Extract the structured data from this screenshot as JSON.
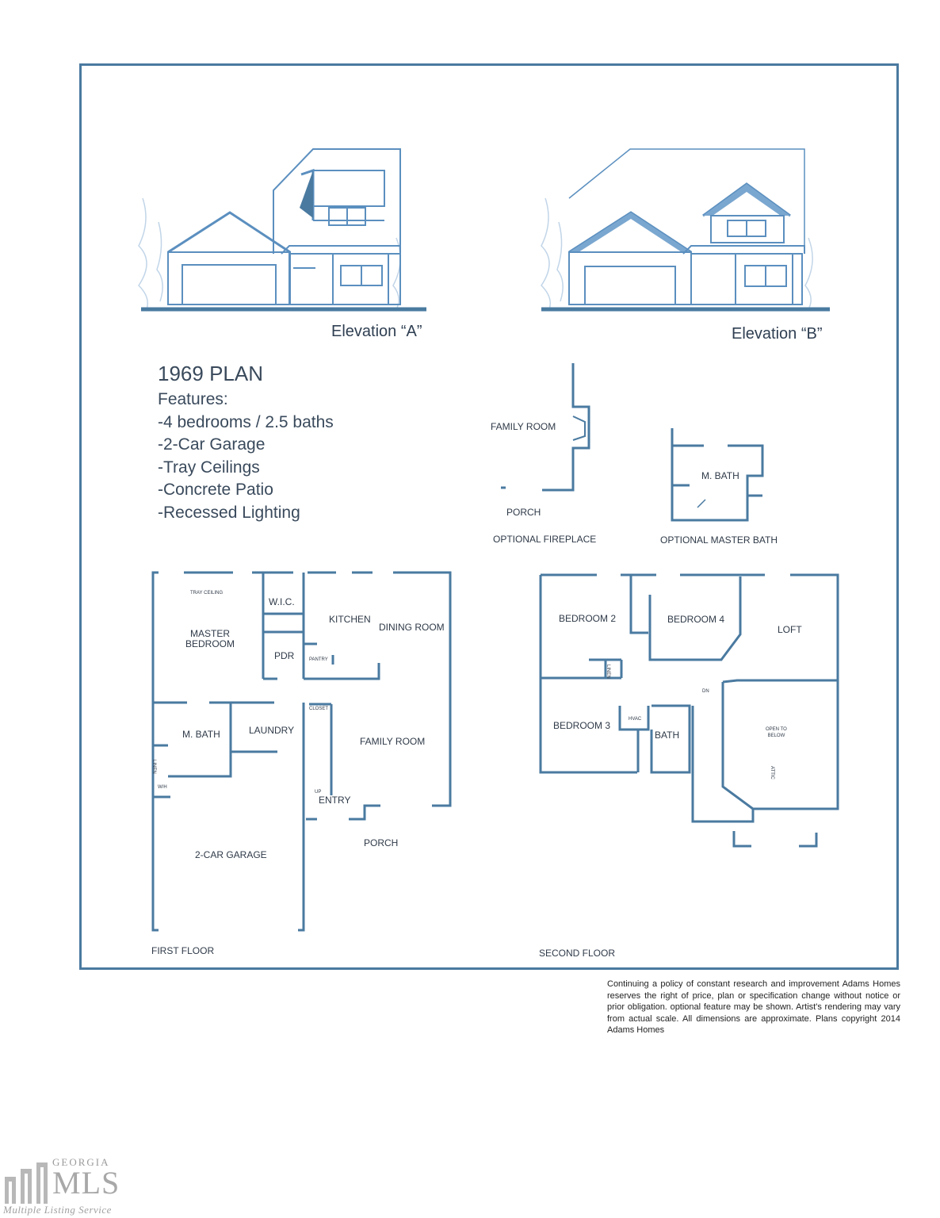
{
  "elevations": {
    "a_label": "Elevation “A”",
    "b_label": "Elevation “B”"
  },
  "plan": {
    "title": "1969 PLAN",
    "features_heading": "Features:",
    "features": [
      "-4 bedrooms / 2.5 baths",
      "-2-Car Garage",
      "-Tray Ceilings",
      "-Concrete Patio",
      "-Recessed Lighting"
    ]
  },
  "optional_fireplace": {
    "family_room": "FAMILY ROOM",
    "porch": "PORCH",
    "caption": "OPTIONAL FIREPLACE"
  },
  "optional_master_bath": {
    "m_bath": "M. BATH",
    "caption": "OPTIONAL MASTER BATH"
  },
  "first_floor": {
    "caption": "FIRST FLOOR",
    "tray_ceiling": "TRAY CEILING",
    "master_bedroom": "MASTER\nBEDROOM",
    "wic": "W.I.C.",
    "kitchen": "KITCHEN",
    "dining_room": "DINING ROOM",
    "pdr": "PDR",
    "pantry": "PANTRY",
    "m_bath": "M. BATH",
    "laundry": "LAUNDRY",
    "closet": "CLOSET",
    "family_room": "FAMILY ROOM",
    "linen": "LINEN",
    "wh": "W/H",
    "up": "UP",
    "entry": "ENTRY",
    "porch": "PORCH",
    "garage": "2-CAR GARAGE"
  },
  "second_floor": {
    "caption": "SECOND FLOOR",
    "bedroom2": "BEDROOM 2",
    "bedroom4": "BEDROOM 4",
    "loft": "LOFT",
    "linen": "LINEN",
    "dn": "DN",
    "bedroom3": "BEDROOM 3",
    "hvac": "HVAC",
    "bath": "BATH",
    "open_to_below": "OPEN TO\nBELOW",
    "attic": "ATTIC"
  },
  "disclaimer": "Continuing a policy of constant research and improvement Adams Homes reserves the right of price, plan or specification change without notice or prior obligation. optional feature may be shown. Artist's rendering may vary from actual scale. All dimensions are approximate. Plans copyright 2014 Adams Homes",
  "logo": {
    "georgia": "GEORGIA",
    "mls": "MLS",
    "tagline": "Multiple Listing Service"
  },
  "colors": {
    "line": "#4a7aa0",
    "ink": "#2f3a48"
  }
}
